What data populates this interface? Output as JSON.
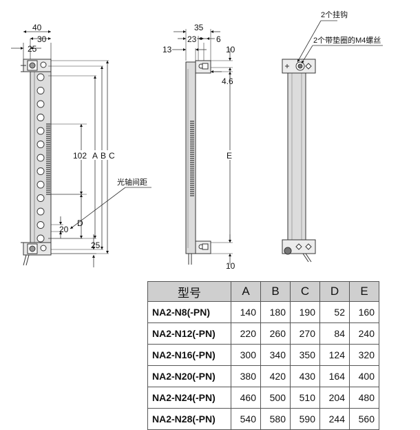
{
  "drawing": {
    "front_view": {
      "dim_top_overall": "40",
      "dim_top_inner": "30",
      "dim_left": "25",
      "dim_pitch": "102",
      "dim_A": "A",
      "dim_B": "B",
      "dim_C": "C",
      "dim_D": "D",
      "dim_20": "20",
      "dim_25": "25",
      "label_axis_pitch": "光轴间距"
    },
    "side_view": {
      "dim_35": "35",
      "dim_23": "23",
      "dim_6": "6",
      "dim_13": "13",
      "dim_10_top": "10",
      "dim_4_6": "4.6",
      "dim_E": "E",
      "dim_10_bottom": "10"
    },
    "rear_view": {
      "label_hooks": "2个挂钩",
      "label_screws": "2个带垫圈的M4螺丝"
    }
  },
  "table": {
    "headers": [
      "型号",
      "A",
      "B",
      "C",
      "D",
      "E"
    ],
    "rows": [
      [
        "NA2-N8(-PN)",
        "140",
        "180",
        "190",
        "52",
        "160"
      ],
      [
        "NA2-N12(-PN)",
        "220",
        "260",
        "270",
        "84",
        "240"
      ],
      [
        "NA2-N16(-PN)",
        "300",
        "340",
        "350",
        "124",
        "320"
      ],
      [
        "NA2-N20(-PN)",
        "380",
        "420",
        "430",
        "164",
        "400"
      ],
      [
        "NA2-N24(-PN)",
        "460",
        "500",
        "510",
        "204",
        "480"
      ],
      [
        "NA2-N28(-PN)",
        "540",
        "580",
        "590",
        "244",
        "560"
      ]
    ]
  }
}
